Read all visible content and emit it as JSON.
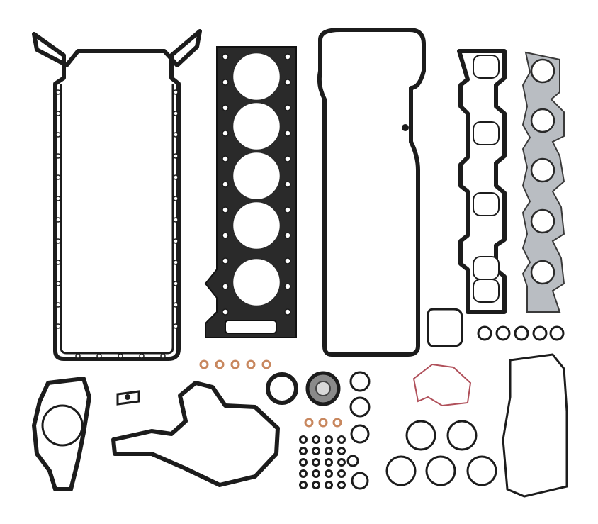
{
  "photo": {
    "background": "#ffffff",
    "parts": [
      "oil-pan-gasket",
      "cylinder-head-gasket",
      "valve-cover-gasket",
      "intake-manifold-gasket",
      "exhaust-manifold-gasket",
      "water-pump-gasket",
      "timing-cover-gasket",
      "thermostat-gasket",
      "crankshaft-seal",
      "copper-washers",
      "o-rings",
      "valve-stem-seals"
    ],
    "colors": {
      "rubber": "#1c1c1c",
      "metal": "#b9bdc2",
      "copper": "#c8875e",
      "red_sealant": "#b0505a"
    }
  }
}
